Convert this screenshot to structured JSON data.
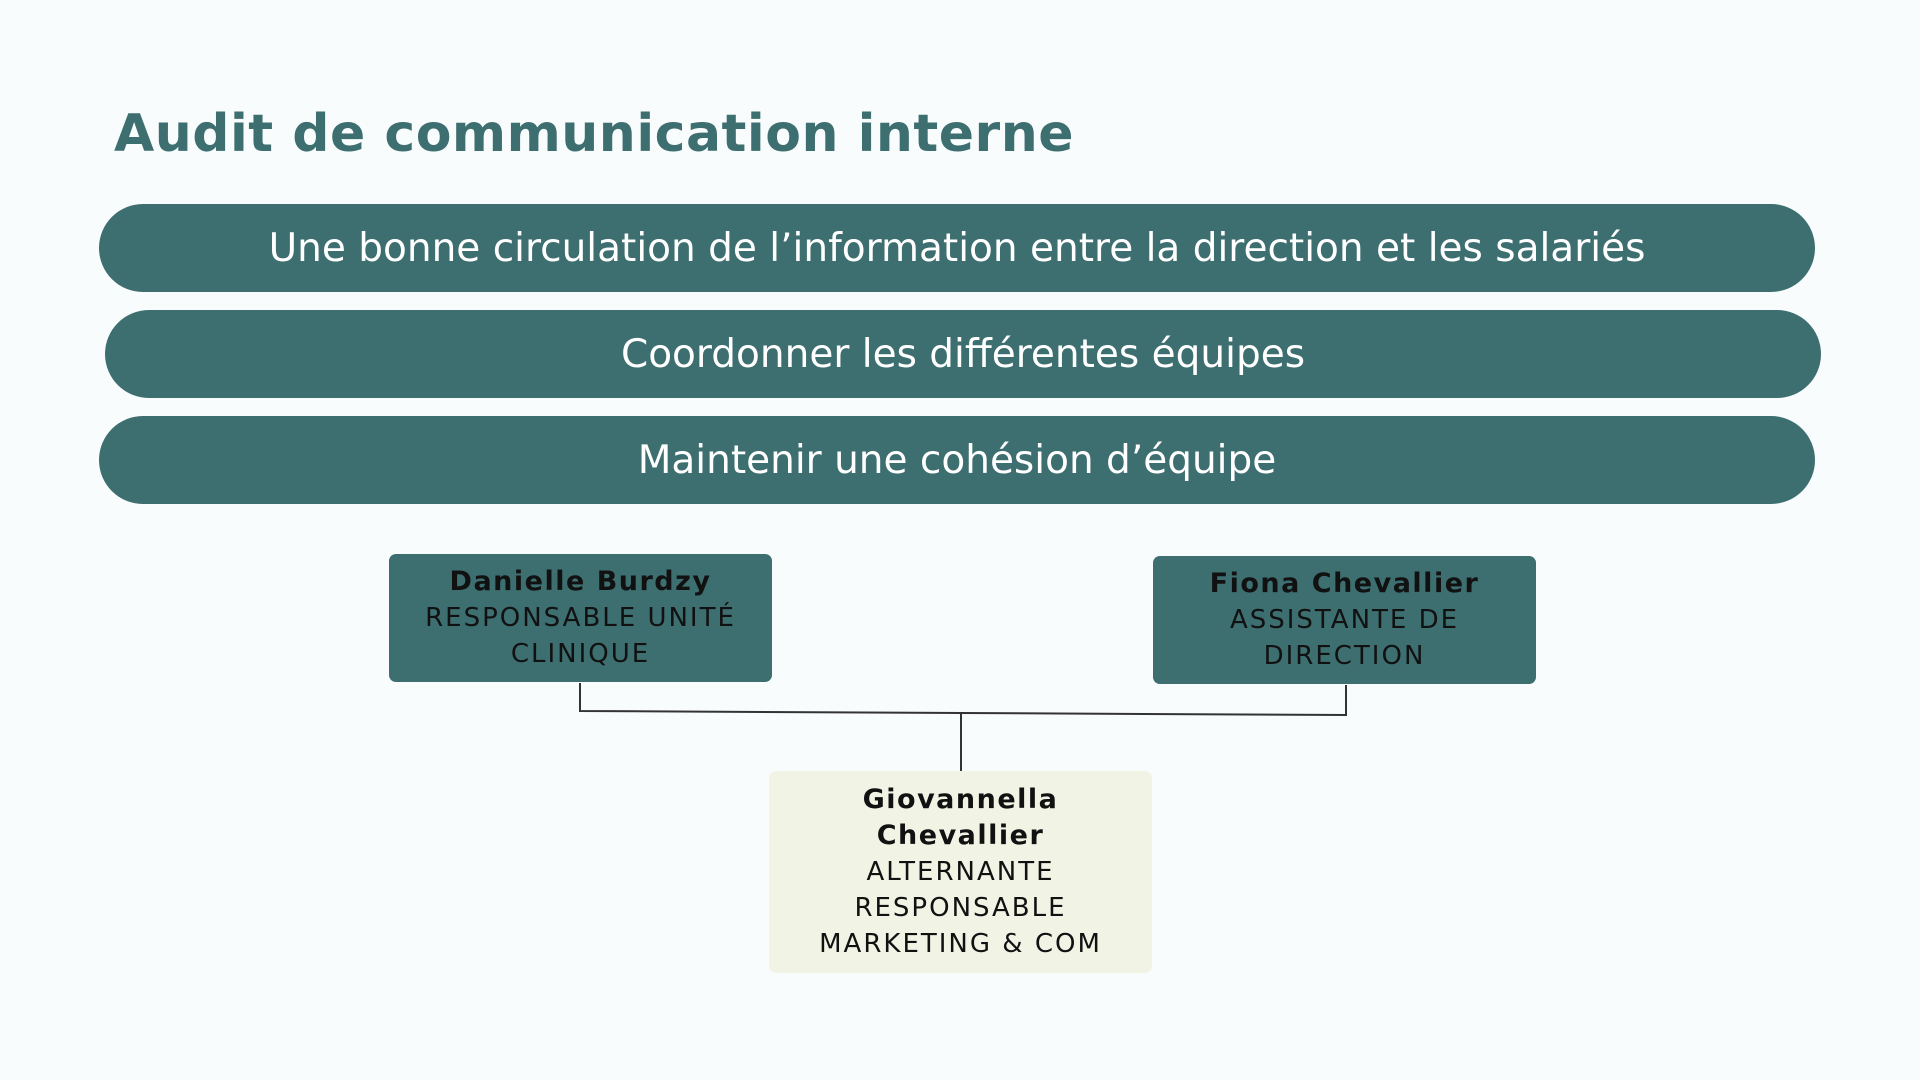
{
  "title": "Audit de communication interne",
  "goals": [
    "Une bonne circulation de l’information entre la direction et les salariés",
    "Coordonner les différentes équipes",
    "Maintenir une cohésion d’équipe"
  ],
  "org": {
    "left": {
      "name": "Danielle Burdzy",
      "role": "RESPONSABLE UNITÉ CLINIQUE"
    },
    "right": {
      "name": "Fiona Chevallier",
      "role": "ASSISTANTE DE DIRECTION"
    },
    "bottom": {
      "name": "Giovannella Chevallier",
      "role": "ALTERNANTE RESPONSABLE MARKETING & COM"
    }
  },
  "colors": {
    "accent": "#3d6e70",
    "background": "#f9fcfc",
    "card_light": "#f1f3e5",
    "text_dark": "#111111",
    "connector": "#333333"
  }
}
